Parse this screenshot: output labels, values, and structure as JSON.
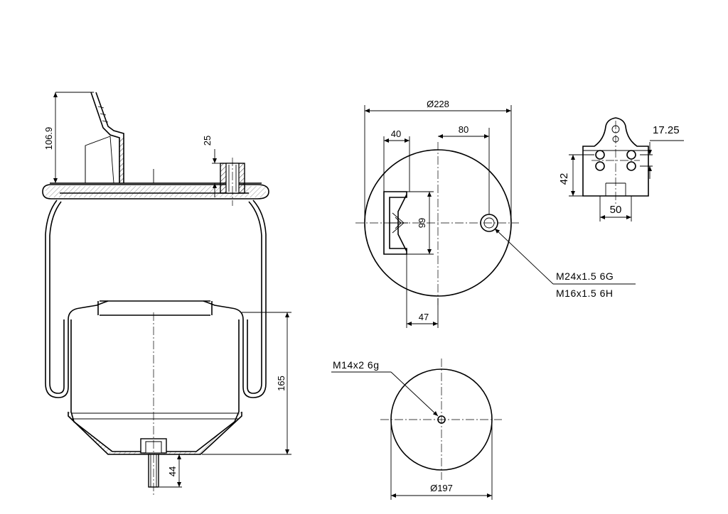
{
  "side_view": {
    "dim_height_top": "106.9",
    "dim_port_depth": "25",
    "dim_piston_height": "165",
    "dim_stud_length": "44"
  },
  "top_view": {
    "dim_diameter": "Ø228",
    "dim_bracket_width": "40",
    "dim_port_offset": "80",
    "dim_bracket_height": "99",
    "dim_bracket_offset": "47",
    "thread_1": "M24x1.5 6G",
    "thread_2": "M16x1.5 6H"
  },
  "bracket_detail": {
    "dim_hole_spacing": "17.25",
    "dim_height": "42",
    "dim_width": "50"
  },
  "bottom_view": {
    "thread": "M14x2 6g",
    "dim_diameter": "Ø197"
  }
}
